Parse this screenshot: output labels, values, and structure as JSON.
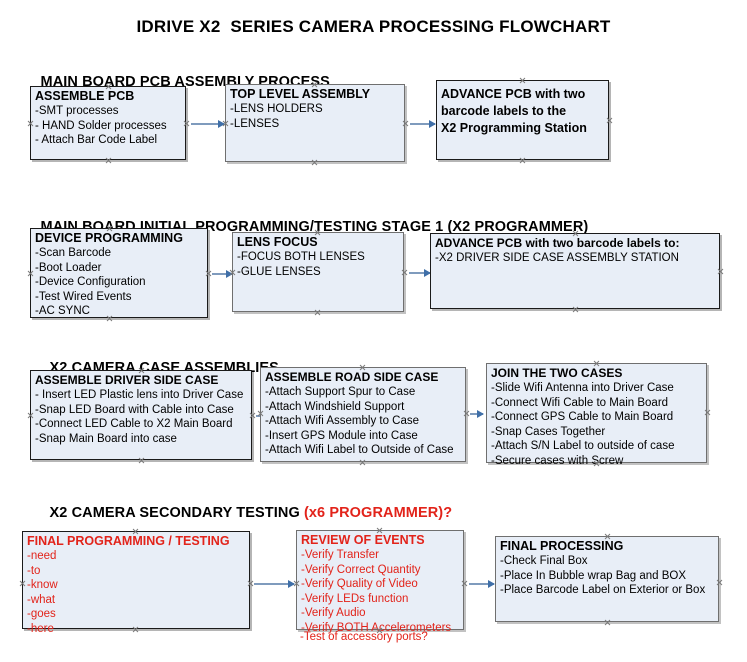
{
  "document": {
    "title": "IDRIVE X2  SERIES CAMERA PROCESSING FLOWCHART",
    "accent_color": "#e2231a",
    "box_fill": "#e8eef7",
    "arrow_color": "#7f9bbd"
  },
  "sections": [
    {
      "heading": "MAIN BOARD PCB ASSEMBLY PROCESS",
      "heading_accent": "",
      "boxes": [
        {
          "title": "ASSEMBLE PCB",
          "lines": [
            "-SMT processes",
            "- HAND Solder processes",
            "- Attach Bar Code Label"
          ]
        },
        {
          "title": "TOP LEVEL ASSEMBLY",
          "lines": [
            "-LENS HOLDERS",
            "-LENSES"
          ]
        },
        {
          "title": "ADVANCE PCB with two\nbarcode labels to the\n X2 Programming Station",
          "lines": []
        }
      ]
    },
    {
      "heading": "MAIN BOARD INITIAL PROGRAMMING/TESTING STAGE 1 (X2 PROGRAMMER)",
      "heading_accent": "",
      "boxes": [
        {
          "title": "DEVICE PROGRAMMING",
          "lines": [
            "-Scan Barcode",
            "-Boot Loader",
            "-Device Configuration",
            "-Test Wired Events",
            "-AC SYNC"
          ]
        },
        {
          "title": "LENS FOCUS",
          "lines": [
            "-FOCUS BOTH LENSES",
            "-GLUE LENSES"
          ]
        },
        {
          "title": "ADVANCE PCB with two barcode labels to:",
          "lines": [
            "-X2 DRIVER  SIDE  CASE  ASSEMBLY STATION"
          ]
        }
      ]
    },
    {
      "heading": "X2 CAMERA CASE ASSEMBLIES",
      "heading_accent": "",
      "boxes": [
        {
          "title": "ASSEMBLE DRIVER SIDE CASE",
          "lines": [
            "- Insert LED Plastic lens into Driver Case",
            "-Snap LED Board with Cable into Case",
            "-Connect LED Cable to X2 Main Board",
            "-Snap Main Board into case"
          ]
        },
        {
          "title": "ASSEMBLE ROAD SIDE CASE",
          "lines": [
            "-Attach Support Spur to Case",
            "-Attach Windshield Support",
            "-Attach Wifi Assembly to Case",
            "-Insert GPS Module into Case",
            "-Attach Wifi Label to Outside of Case"
          ]
        },
        {
          "title": "JOIN THE TWO CASES",
          "lines": [
            "-Slide Wifi Antenna into Driver Case",
            "-Connect Wifi Cable to Main Board",
            "-Connect GPS Cable to Main Board",
            "-Snap Cases Together",
            "-Attach S/N Label to outside of case",
            "-Secure cases with Screw"
          ]
        }
      ]
    },
    {
      "heading": "X2 CAMERA SECONDARY TESTING ",
      "heading_accent": "(x6 PROGRAMMER)?",
      "boxes": [
        {
          "title": "FINAL PROGRAMMING / TESTING",
          "lines": [
            "-need",
            "-to",
            "-know",
            "-what",
            "-goes",
            "-here"
          ]
        },
        {
          "title": "REVIEW OF EVENTS",
          "lines": [
            "-Verify Transfer",
            "-Verify Correct Quantity",
            "-Verify Quality of Video",
            "-Verify LEDs function",
            "-Verify Audio",
            "-Verify BOTH Accelerometers"
          ],
          "overflow_line": "-Test of accessory ports?"
        },
        {
          "title": "FINAL PROCESSING",
          "lines": [
            " -Check Final Box",
            "-Place In Bubble wrap Bag and BOX",
            "-Place Barcode Label on Exterior or Box"
          ]
        }
      ]
    }
  ]
}
